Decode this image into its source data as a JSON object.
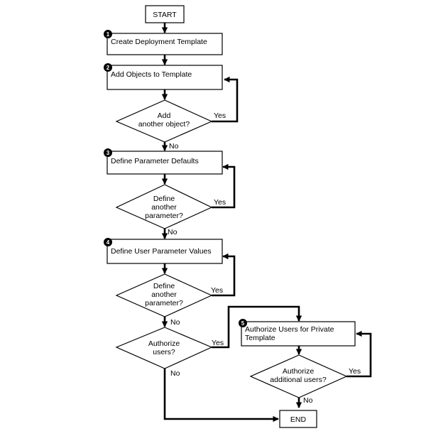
{
  "nodes": {
    "start": {
      "label": "START"
    },
    "create_template": {
      "step": "1",
      "label": "Create Deployment Template"
    },
    "add_objects": {
      "step": "2",
      "label": "Add Objects to Template"
    },
    "add_another_object": {
      "lines": [
        "Add",
        "another object?"
      ]
    },
    "define_param_defaults": {
      "step": "3",
      "label": "Define Parameter Defaults"
    },
    "define_another_param_1": {
      "lines": [
        "Define",
        "another",
        "parameter?"
      ]
    },
    "define_user_param_values": {
      "step": "4",
      "label": "Define User Parameter Values"
    },
    "define_another_param_2": {
      "lines": [
        "Define",
        "another",
        "parameter?"
      ]
    },
    "authorize_users": {
      "lines": [
        "Authorize",
        "users?"
      ]
    },
    "authorize_private": {
      "step": "5",
      "lines": [
        "Authorize Users for Private",
        "Template"
      ]
    },
    "authorize_additional": {
      "lines": [
        "Authorize",
        "additional users?"
      ]
    },
    "end": {
      "label": "END"
    }
  },
  "edges": {
    "yes": "Yes",
    "no": "No"
  }
}
